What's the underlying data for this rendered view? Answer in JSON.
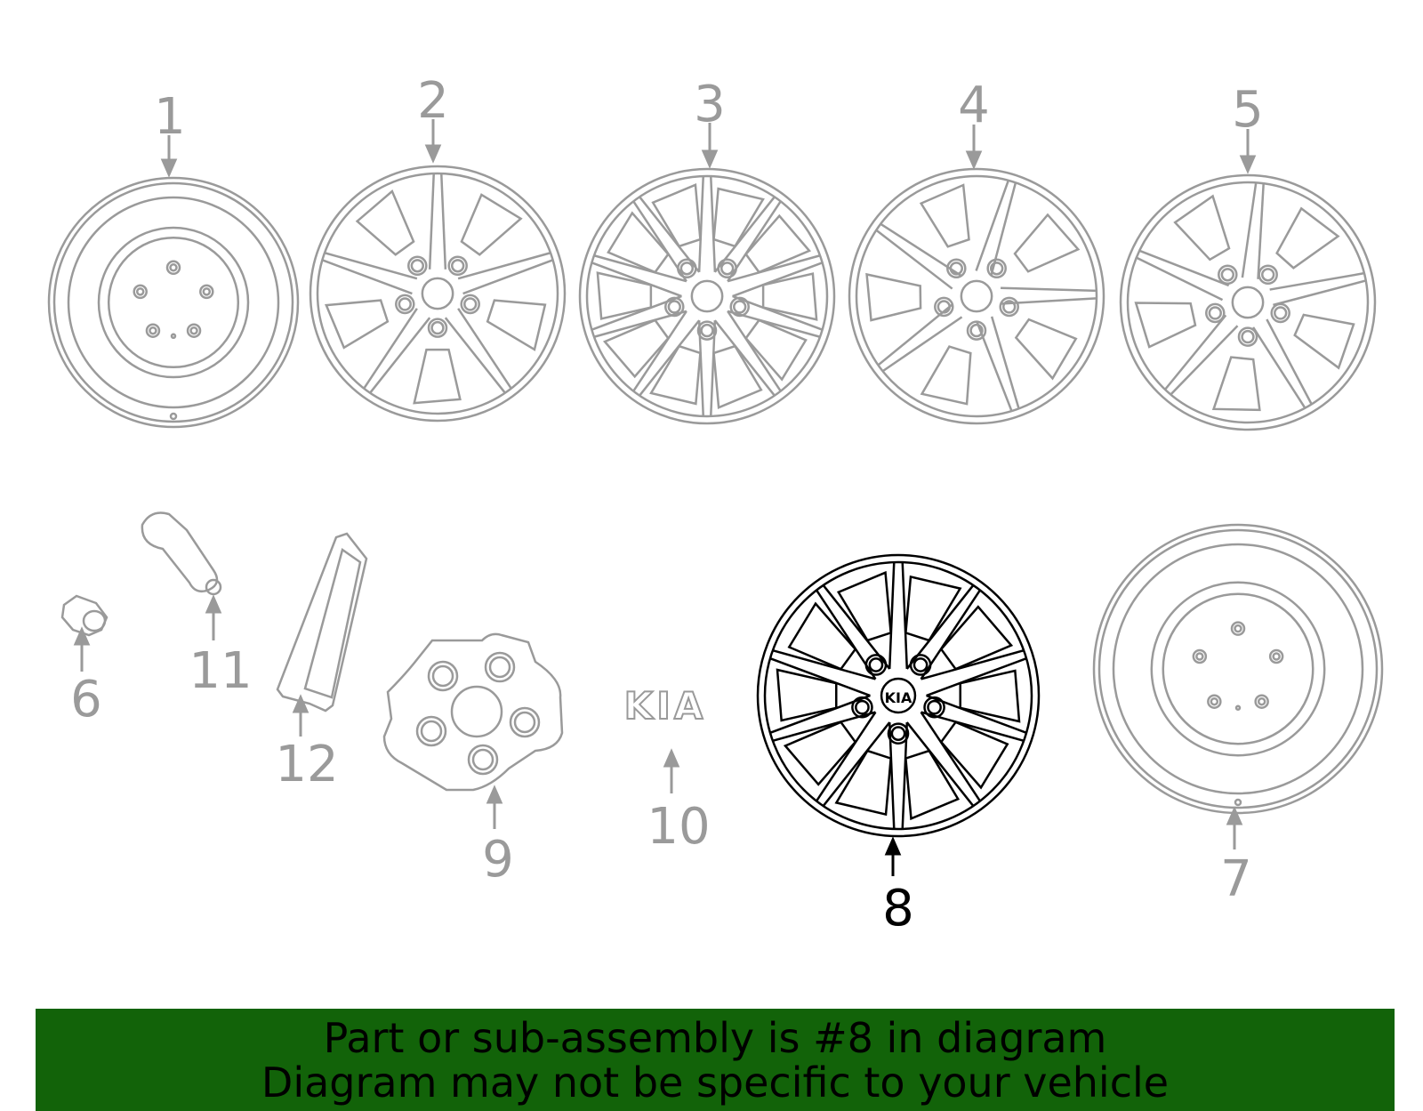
{
  "callouts": [
    "1",
    "2",
    "3",
    "4",
    "5",
    "6",
    "7",
    "8",
    "9",
    "10",
    "11",
    "12"
  ],
  "highlighted_part": "8",
  "logo_text": "KIA",
  "banner": {
    "line1": "Part or sub-assembly is #8 in diagram",
    "line2": "Diagram may not be specific to your vehicle"
  },
  "colors": {
    "line": "#9a9a9a",
    "highlight": "#000000",
    "banner": "#126309"
  }
}
